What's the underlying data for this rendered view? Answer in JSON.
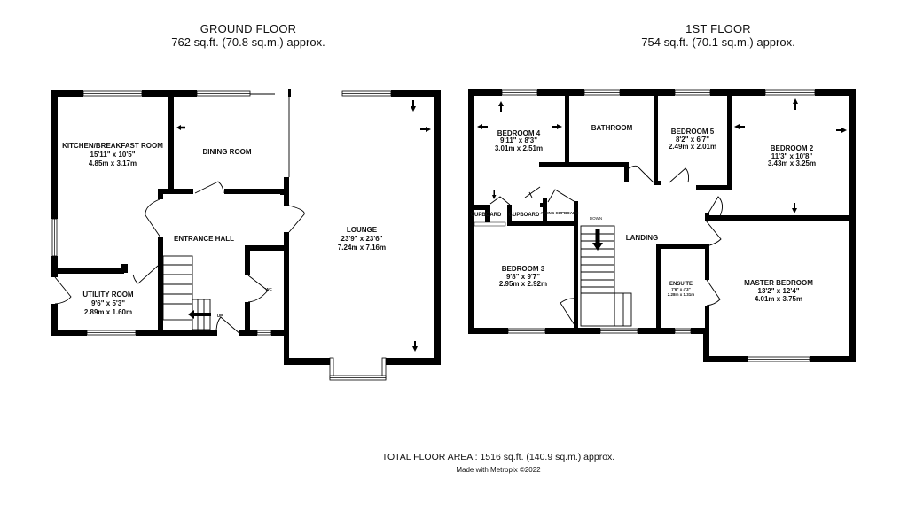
{
  "ground_floor": {
    "title": "GROUND FLOOR",
    "area": "762 sq.ft. (70.8 sq.m.) approx.",
    "rooms": [
      {
        "name": "KITCHEN/BREAKFAST ROOM",
        "imperial": "15'11\"  x 10'5\"",
        "metric": "4.85m  x 3.17m"
      },
      {
        "name": "DINING ROOM"
      },
      {
        "name": "ENTRANCE HALL"
      },
      {
        "name": "UTILITY ROOM",
        "imperial": "9'6\"  x 5'3\"",
        "metric": "2.89m  x 1.60m"
      },
      {
        "name": "LOUNGE",
        "imperial": "23'9\"  x 23'6\"",
        "metric": "7.24m  x 7.16m"
      },
      {
        "name": "WC"
      }
    ],
    "stair_label": "UP"
  },
  "first_floor": {
    "title": "1ST FLOOR",
    "area": "754 sq.ft. (70.1 sq.m.) approx.",
    "rooms": [
      {
        "name": "BEDROOM 4",
        "imperial": "9'11\"  x 8'3\"",
        "metric": "3.01m  x 2.51m"
      },
      {
        "name": "BATHROOM"
      },
      {
        "name": "BEDROOM 5",
        "imperial": "8'2\"  x 6'7\"",
        "metric": "2.49m  x 2.01m"
      },
      {
        "name": "BEDROOM 2",
        "imperial": "11'3\"  x 10'8\"",
        "metric": "3.43m  x 3.25m"
      },
      {
        "name": "LANDING"
      },
      {
        "name": "BEDROOM 3",
        "imperial": "9'8\"  x 9'7\"",
        "metric": "2.95m  x 2.92m"
      },
      {
        "name": "ENSUITE",
        "imperial": "7'6\"  x 4'3\"",
        "metric": "2.28m  x 1.31m"
      },
      {
        "name": "MASTER BEDROOM",
        "imperial": "13'2\"  x 12'4\"",
        "metric": "4.01m  x 3.75m"
      }
    ],
    "cupboards": [
      "CUPBOARD",
      "CUPBOARD",
      "AIRING CUPBOARD"
    ],
    "stair_label": "DOWN"
  },
  "footer": {
    "total_area": "TOTAL FLOOR AREA : 1516 sq.ft. (140.9 sq.m.) approx.",
    "credit": "Made with Metropix ©2022"
  }
}
